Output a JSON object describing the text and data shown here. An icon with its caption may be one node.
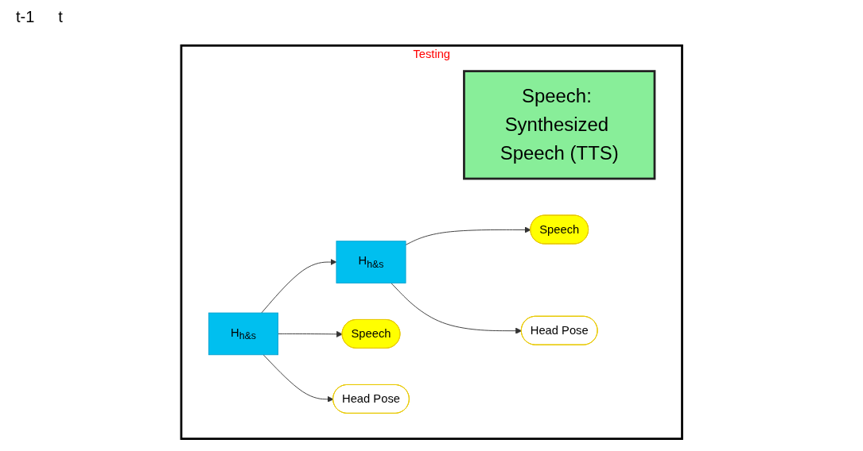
{
  "diagram": {
    "nodes": [
      {
        "text": [
          "Testing"
        ]
      },
      {
        "text": [
          "Speech: Synthesized Speech (TTS)"
        ],
        "in": 0
      },
      {
        "text": [
          "H$_{h&s}$"
        ],
        "in": 0
      },
      {
        "text": [
          "Speech"
        ],
        "in": 0
      },
      {
        "text": [
          "Head Pose"
        ],
        "in": 0
      },
      {
        "text": [
          "H$_{h&s}$"
        ],
        "in": 0
      },
      {
        "text": [
          "Speech"
        ],
        "in": 0
      },
      {
        "text": [
          "Head Pose"
        ],
        "in": 0
      }
    ],
    "edges": [
      {
        "from": 2,
        "to": 5,
        "arrow": "to"
      },
      {
        "from": 2,
        "to": 3,
        "arrow": "to"
      },
      {
        "from": 2,
        "to": 4,
        "arrow": "to"
      },
      {
        "from": 5,
        "to": 6,
        "arrow": "to"
      },
      {
        "from": 5,
        "to": 7,
        "arrow": "to"
      }
    ],
    "labels": [
      "t-1",
      "t"
    ]
  }
}
